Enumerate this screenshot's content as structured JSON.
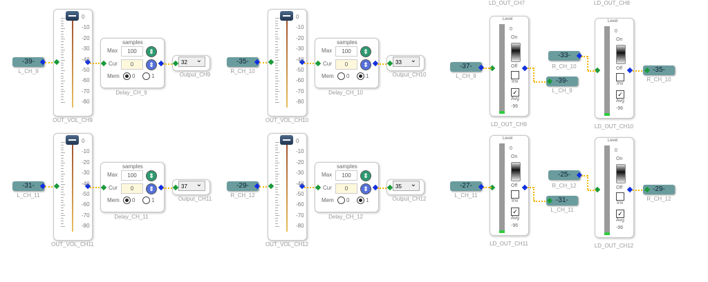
{
  "top_labels": [
    "LD_OUT_CH7",
    "LD_OUT_CH8"
  ],
  "volume_chains": [
    {
      "input": {
        "value": "-39-",
        "name": "L_CH_9"
      },
      "fader": {
        "name": "OUT_VOL_CH9",
        "level_db": 0
      },
      "delay": {
        "name": "Delay_CH_9",
        "title": "samples",
        "max_label": "Max",
        "max": "100",
        "cur_label": "Cur",
        "cur": "0",
        "mem_label": "Mem",
        "mem_options": [
          "0",
          "1"
        ],
        "mem_selected": 0
      },
      "output": {
        "name": "Output_CH9",
        "value": "32"
      }
    },
    {
      "input": {
        "value": "-35-",
        "name": "R_CH_10"
      },
      "fader": {
        "name": "OUT_VOL_CH10",
        "level_db": 0
      },
      "delay": {
        "name": "Delay_CH_10",
        "title": "samples",
        "max_label": "Max",
        "max": "100",
        "cur_label": "Cur",
        "cur": "0",
        "mem_label": "Mem",
        "mem_options": [
          "0",
          "1"
        ],
        "mem_selected": 1
      },
      "output": {
        "name": "Output_CH10",
        "value": "33"
      }
    },
    {
      "input": {
        "value": "-31-",
        "name": "L_CH_11"
      },
      "fader": {
        "name": "OUT_VOL_CH11",
        "level_db": 0
      },
      "delay": {
        "name": "Delay_CH_11",
        "title": "samples",
        "max_label": "Max",
        "max": "100",
        "cur_label": "Cur",
        "cur": "0",
        "mem_label": "Mem",
        "mem_options": [
          "0",
          "1"
        ],
        "mem_selected": 0
      },
      "output": {
        "name": "Output_CH11",
        "value": "37"
      }
    },
    {
      "input": {
        "value": "-29-",
        "name": "R_CH_12"
      },
      "fader": {
        "name": "OUT_VOL_CH12",
        "level_db": 0
      },
      "delay": {
        "name": "Delay_CH_12",
        "title": "samples",
        "max_label": "Max",
        "max": "100",
        "cur_label": "Cur",
        "cur": "0",
        "mem_label": "Mem",
        "mem_options": [
          "0",
          "1"
        ],
        "mem_selected": 1
      },
      "output": {
        "name": "Output_CH12",
        "value": "35"
      }
    }
  ],
  "fader_scale": [
    "0",
    "-10",
    "-20",
    "-30",
    "-40",
    "-50",
    "-60",
    "-70",
    "-80"
  ],
  "level_meters": [
    {
      "name": "LD_OUT_CH9",
      "input": {
        "value": "-37-",
        "name": "L_CH_9"
      },
      "output": {
        "value": "-39-",
        "name": "L_CH_9"
      }
    },
    {
      "name": "LD_OUT_CH10",
      "input": {
        "value": "-33-",
        "name": "R_CH_10"
      },
      "output": {
        "value": "-35-",
        "name": "R_CH_10"
      }
    },
    {
      "name": "LD_OUT_CH11",
      "input": {
        "value": "-27-",
        "name": "L_CH_11"
      },
      "output": {
        "value": "-31-",
        "name": "L_CH_11"
      }
    },
    {
      "name": "LD_OUT_CH12",
      "input": {
        "value": "-25-",
        "name": "R_CH_12"
      },
      "output": {
        "value": "-29-",
        "name": "R_CH_12"
      }
    }
  ],
  "meter_labels": {
    "title": "Level",
    "top": "0",
    "on": "On",
    "off": "Off",
    "inv": "Inv",
    "avg": "Avg",
    "bottom": "-96",
    "inv_checked": false,
    "avg_checked": true
  }
}
